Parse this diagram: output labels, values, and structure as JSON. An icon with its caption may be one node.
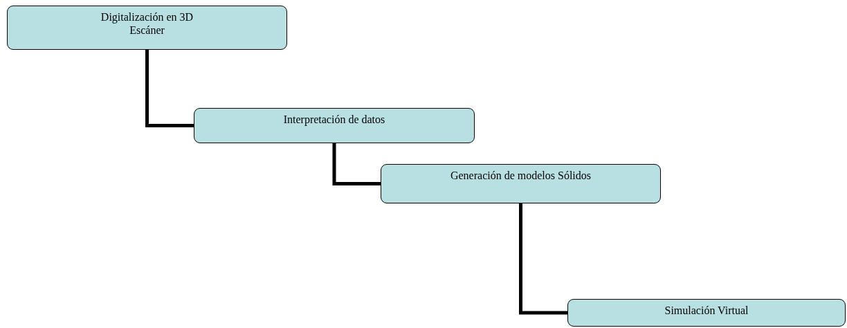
{
  "diagram": {
    "nodes": [
      {
        "text": [
          "Digitalización en 3D",
          "Escáner"
        ]
      },
      {
        "text": [
          "Interpretación de datos"
        ]
      },
      {
        "text": [
          "Generación de modelos Sólidos"
        ]
      },
      {
        "text": [
          "Simulación Virtual"
        ]
      }
    ],
    "edges": [
      {
        "from": 0,
        "to": 1,
        "arrow": "none"
      },
      {
        "from": 1,
        "to": 2,
        "arrow": "none"
      },
      {
        "from": 2,
        "to": 3,
        "arrow": "none"
      }
    ]
  }
}
